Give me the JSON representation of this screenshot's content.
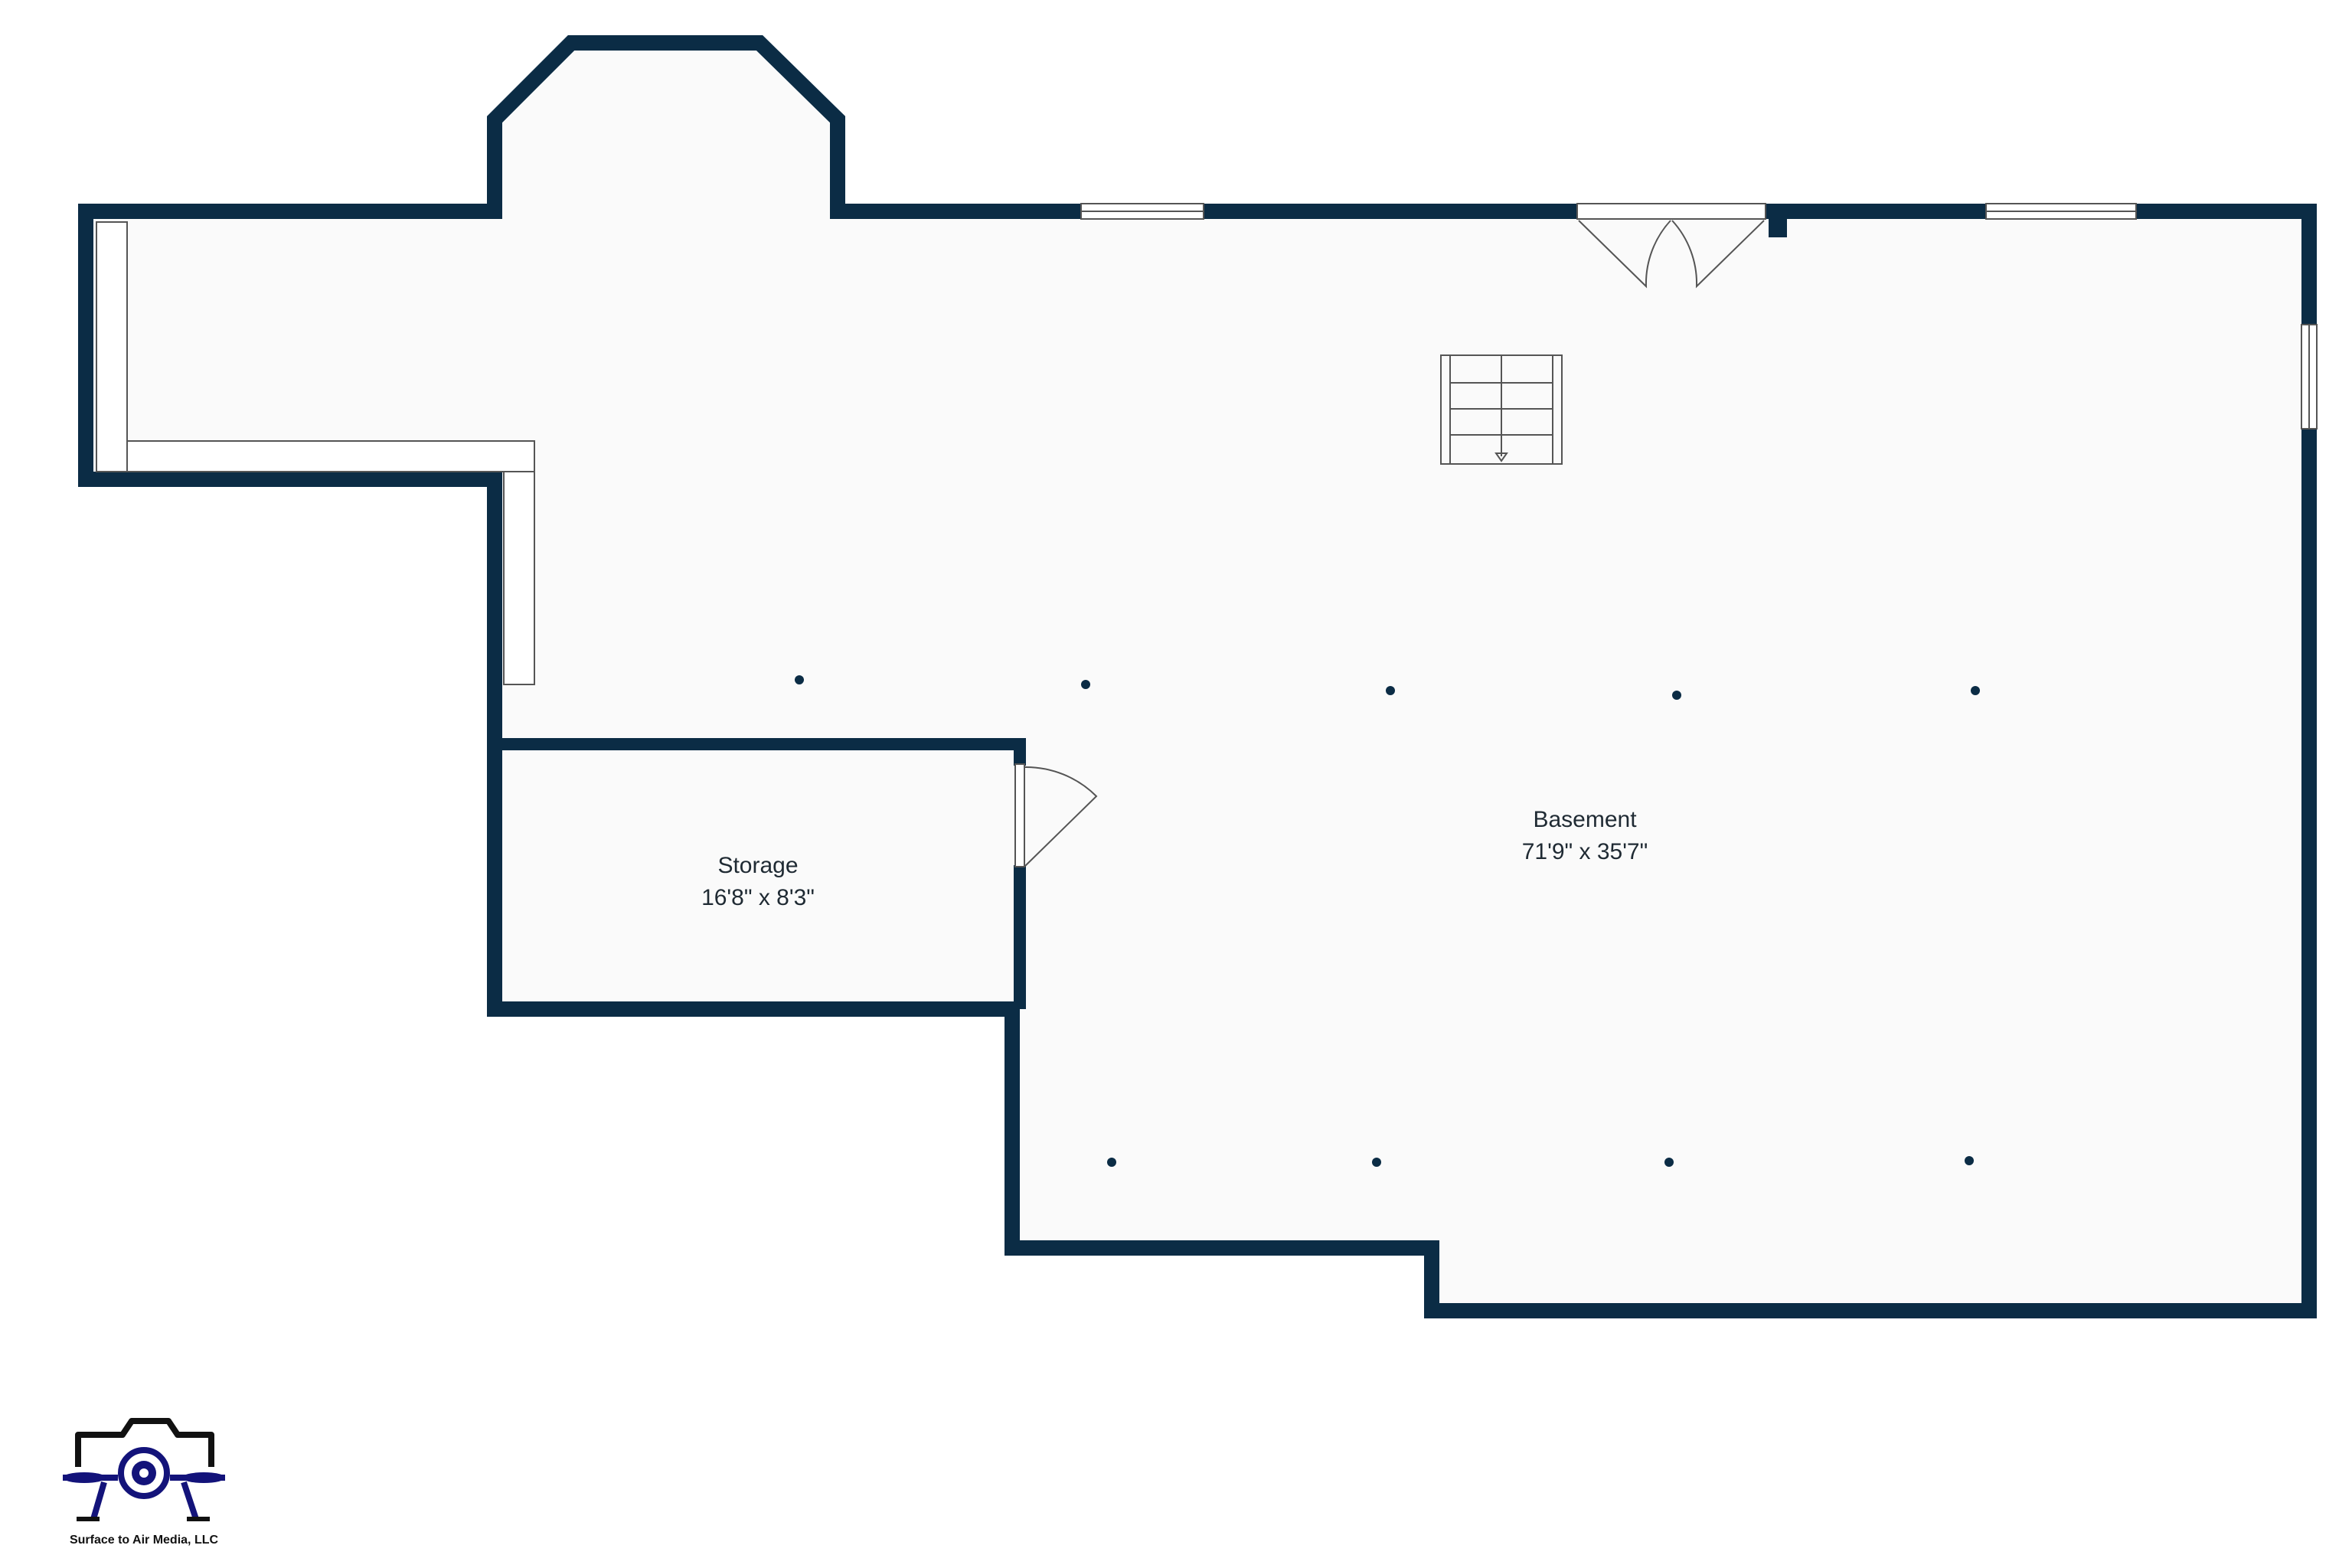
{
  "colors": {
    "wall": "#0b2c45",
    "floor": "#fafafa",
    "fixture_stroke": "#555555",
    "logo_primary": "#13137a",
    "logo_accent": "#111111"
  },
  "rooms": {
    "basement": {
      "name": "Basement",
      "dimensions": "71'9\" x 35'7\""
    },
    "storage": {
      "name": "Storage",
      "dimensions": "16'8\" x 8'3\""
    }
  },
  "logo": {
    "icon": "camera-drone-icon",
    "text": "Surface to Air Media, LLC"
  }
}
